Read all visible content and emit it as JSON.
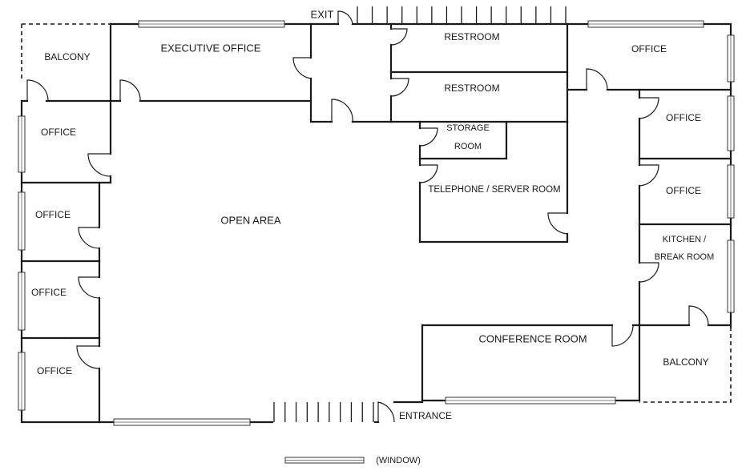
{
  "rooms": {
    "balcony_top_left": "BALCONY",
    "executive_office": "EXECUTIVE OFFICE",
    "restroom_1": "RESTROOM",
    "restroom_2": "RESTROOM",
    "office_top_right": "OFFICE",
    "office_left_1": "OFFICE",
    "office_left_2": "OFFICE",
    "office_left_3": "OFFICE",
    "office_left_4": "OFFICE",
    "office_right_1": "OFFICE",
    "office_right_2": "OFFICE",
    "storage_line1": "STORAGE",
    "storage_line2": "ROOM",
    "telephone_server": "TELEPHONE / SERVER ROOM",
    "open_area": "OPEN AREA",
    "kitchen_line1": "KITCHEN /",
    "kitchen_line2": "BREAK ROOM",
    "conference_room": "CONFERENCE ROOM",
    "balcony_bottom_right": "BALCONY"
  },
  "markers": {
    "exit": "EXIT",
    "entrance": "ENTRANCE"
  },
  "legend": {
    "window": "(WINDOW)"
  }
}
